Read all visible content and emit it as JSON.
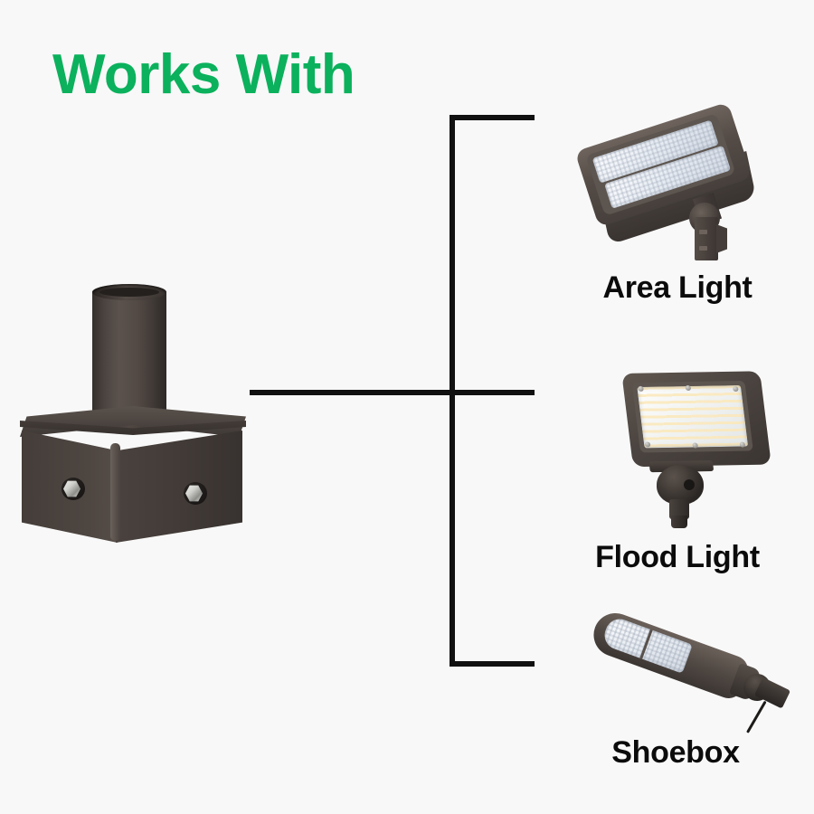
{
  "heading": {
    "text": "Works With",
    "color": "#0bb15c"
  },
  "background_color": "#f8f8f8",
  "connector": {
    "color": "#111111",
    "description": "bracket connecting left mount product to three compatible fixtures"
  },
  "hero_product": {
    "name": "slip-fitter-tenon-bracket",
    "finish_color": "#4a423e",
    "hardware_color": "#d9d9d5"
  },
  "compatible_fixtures": [
    {
      "label": "Area Light",
      "icon": "area-light-image",
      "finish_color": "#4b4440",
      "lens_color": "#e8edf4"
    },
    {
      "label": "Flood Light",
      "icon": "flood-light-image",
      "finish_color": "#4b4440",
      "lens_color": "#fce8ba"
    },
    {
      "label": "Shoebox",
      "icon": "shoebox-light-image",
      "finish_color": "#504843",
      "lens_color": "#e7ecf2"
    }
  ]
}
